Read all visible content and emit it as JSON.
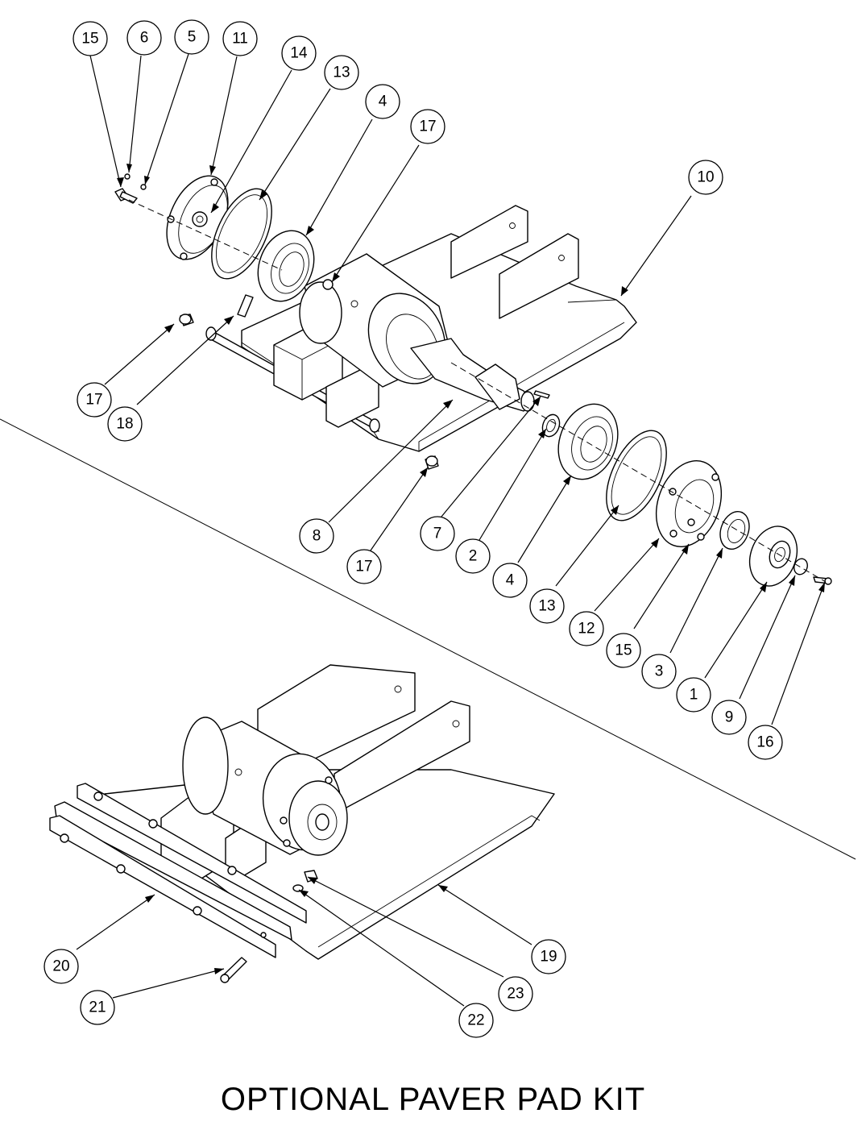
{
  "diagram": {
    "kit_title": "OPTIONAL PAVER PAD KIT",
    "callouts_upper": [
      "15",
      "6",
      "5",
      "11",
      "14",
      "13",
      "4",
      "17",
      "10",
      "17",
      "18",
      "8",
      "17",
      "7",
      "2",
      "4",
      "13",
      "12",
      "15",
      "3",
      "1",
      "9",
      "16"
    ],
    "callouts_lower": [
      "20",
      "21",
      "22",
      "23",
      "19"
    ]
  },
  "colors": {
    "line": "#000000",
    "background": "#ffffff"
  }
}
